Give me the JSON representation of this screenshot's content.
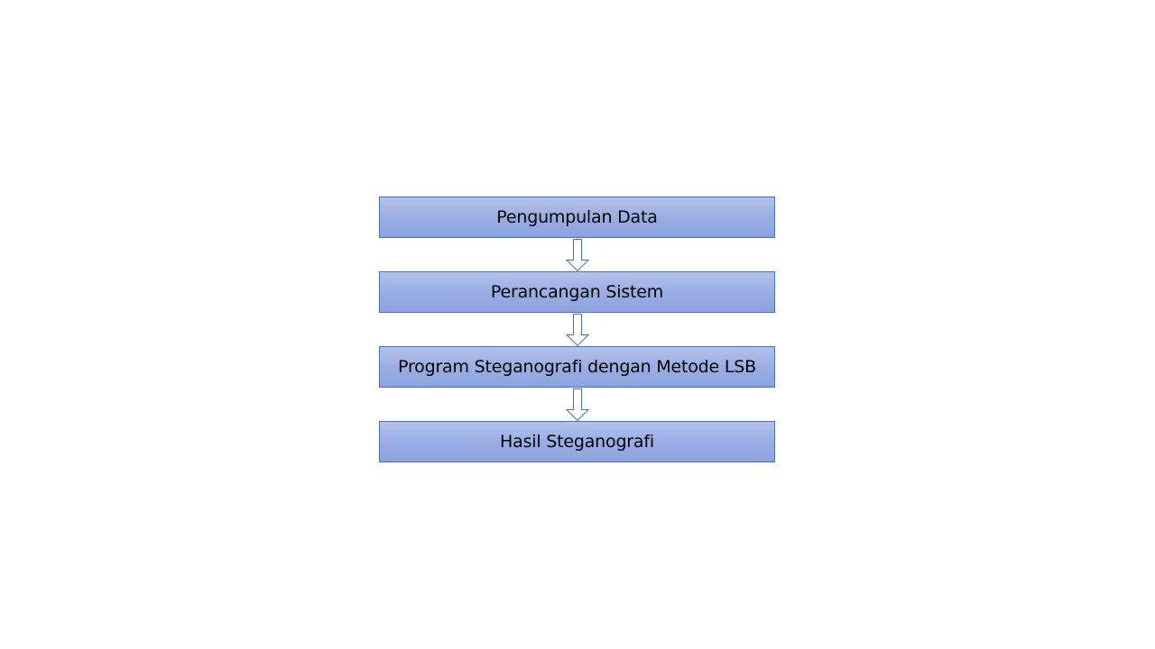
{
  "diagram": {
    "type": "flowchart",
    "direction": "top-to-bottom",
    "box_fill_color": "#9aaee4",
    "box_border_color": "#4472c4",
    "arrow_color": "#4472c4",
    "steps": [
      {
        "label": "Pengumpulan Data"
      },
      {
        "label": "Perancangan Sistem"
      },
      {
        "label": "Program Steganografi dengan Metode LSB"
      },
      {
        "label": "Hasil Steganografi"
      }
    ],
    "connections": [
      {
        "from": 0,
        "to": 1,
        "style": "hollow-down-arrow"
      },
      {
        "from": 1,
        "to": 2,
        "style": "hollow-down-arrow"
      },
      {
        "from": 2,
        "to": 3,
        "style": "hollow-down-arrow"
      }
    ]
  }
}
